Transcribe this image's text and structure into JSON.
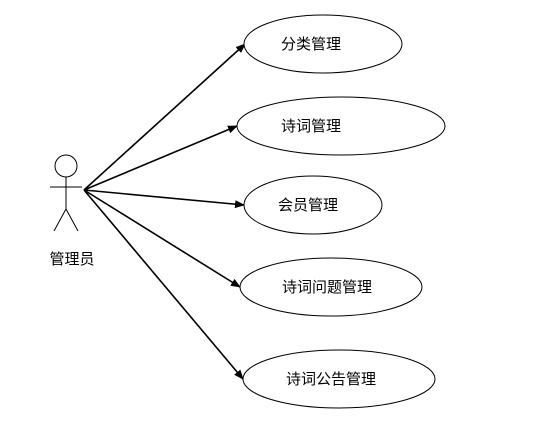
{
  "actor": {
    "label": "管理员"
  },
  "use_cases": [
    {
      "id": "category",
      "label": "分类管理"
    },
    {
      "id": "poem",
      "label": "诗词管理"
    },
    {
      "id": "member",
      "label": "会员管理"
    },
    {
      "id": "poem_question",
      "label": "诗词问题管理"
    },
    {
      "id": "poem_announcement",
      "label": "诗词公告管理"
    }
  ],
  "colors": {
    "stroke": "#000000",
    "background": "#ffffff"
  }
}
